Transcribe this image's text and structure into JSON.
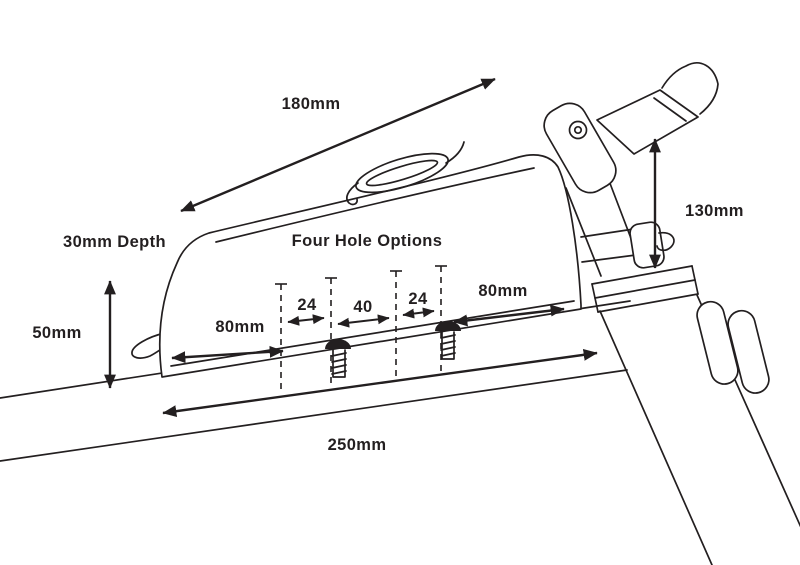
{
  "diagram": {
    "heading": "Four Hole Options",
    "dimensions": {
      "top_length": "180mm",
      "depth_label": "30mm Depth",
      "bag_height": "50mm",
      "stem_height": "130mm",
      "left_offset": "80mm",
      "gap_left": "24",
      "gap_center": "40",
      "gap_right": "24",
      "right_offset": "80mm",
      "base_length": "250mm"
    },
    "colors": {
      "ink": "#231f20",
      "background": "#ffffff"
    }
  }
}
